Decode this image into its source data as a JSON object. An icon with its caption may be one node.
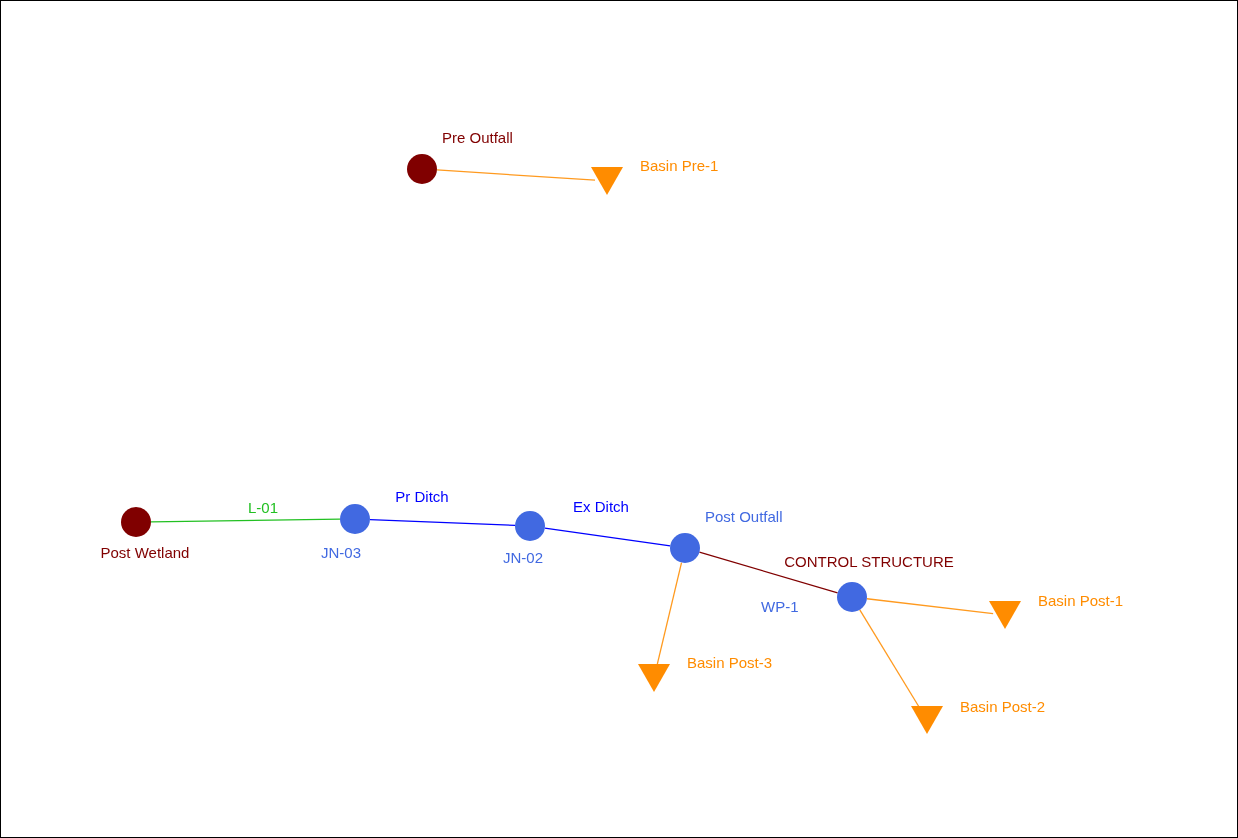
{
  "diagram": {
    "nodes": [
      {
        "text": [],
        "shape": "circle",
        "beside": [
          "Pre Outfall"
        ]
      },
      {
        "text": [],
        "shape": "triangle",
        "beside": [
          "Basin Pre-1"
        ]
      },
      {
        "text": [],
        "shape": "circle",
        "beside": [
          "Post Wetland"
        ]
      },
      {
        "text": [],
        "shape": "circle",
        "beside": [
          "JN-03"
        ]
      },
      {
        "text": [],
        "shape": "circle",
        "beside": [
          "JN-02"
        ]
      },
      {
        "text": [],
        "shape": "circle",
        "beside": [
          "Post Outfall"
        ]
      },
      {
        "text": [],
        "shape": "circle",
        "beside": [
          "WP-1"
        ]
      },
      {
        "text": [],
        "shape": "triangle",
        "beside": [
          "Basin Post-1"
        ]
      },
      {
        "text": [],
        "shape": "triangle",
        "beside": [
          "Basin Post-3"
        ]
      },
      {
        "text": [],
        "shape": "triangle",
        "beside": [
          "Basin Post-2"
        ]
      }
    ],
    "edges": [
      {
        "from": 1,
        "to": 0,
        "arrow": "none"
      },
      {
        "from": 2,
        "to": 3,
        "arrow": "none",
        "label": "L-01",
        "color": "#22c022"
      },
      {
        "from": 3,
        "to": 4,
        "arrow": "none",
        "label": "Pr Ditch",
        "color": "#0000ff"
      },
      {
        "from": 4,
        "to": 5,
        "arrow": "none",
        "label": "Ex Ditch",
        "color": "#0000ff"
      },
      {
        "from": 5,
        "to": 6,
        "arrow": "none",
        "label": "CONTROL STRUCTURE",
        "color": "#800000"
      },
      {
        "from": 7,
        "to": 6,
        "arrow": "none"
      },
      {
        "from": 9,
        "to": 6,
        "arrow": "none"
      },
      {
        "from": 8,
        "to": 5,
        "arrow": "none"
      }
    ]
  }
}
